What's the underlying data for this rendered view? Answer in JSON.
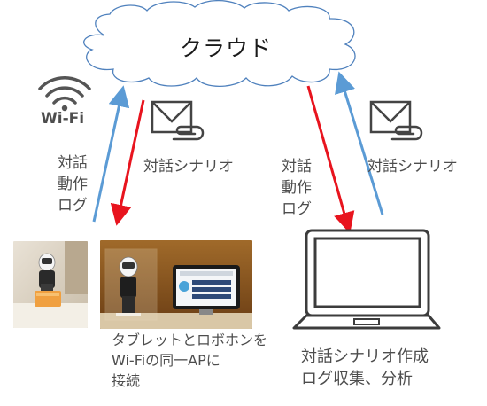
{
  "cloud": {
    "label": "クラウド"
  },
  "wifi": {
    "label": "Wi-Fi",
    "icon": "wifi-icon"
  },
  "left_flow": {
    "up_label": [
      "対話",
      "動作",
      "ログ"
    ],
    "down_label": "対話シナリオ",
    "up_color": "#5b9bd5",
    "down_color": "#e8141e"
  },
  "right_flow": {
    "down_label": [
      "対話",
      "動作",
      "ログ"
    ],
    "up_label": "対話シナリオ",
    "up_color": "#5b9bd5",
    "down_color": "#e8141e"
  },
  "photos": {
    "caption": [
      "タブレットとロボホンを",
      "Wi-Fiの同一APに",
      "接続"
    ]
  },
  "laptop": {
    "caption": [
      "対話シナリオ作成",
      "ログ収集、分析"
    ]
  },
  "icons": [
    "cloud-icon",
    "wifi-icon",
    "mail-icon",
    "laptop-icon",
    "arrow-up-icon",
    "arrow-down-icon"
  ]
}
